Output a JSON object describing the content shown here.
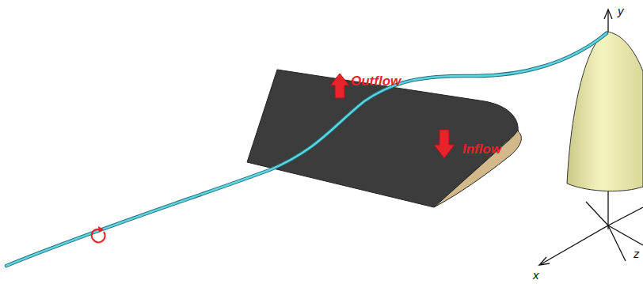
{
  "diagram": {
    "labels": [
      "Outflow",
      "Inflow",
      "y",
      "x",
      "z"
    ]
  }
}
